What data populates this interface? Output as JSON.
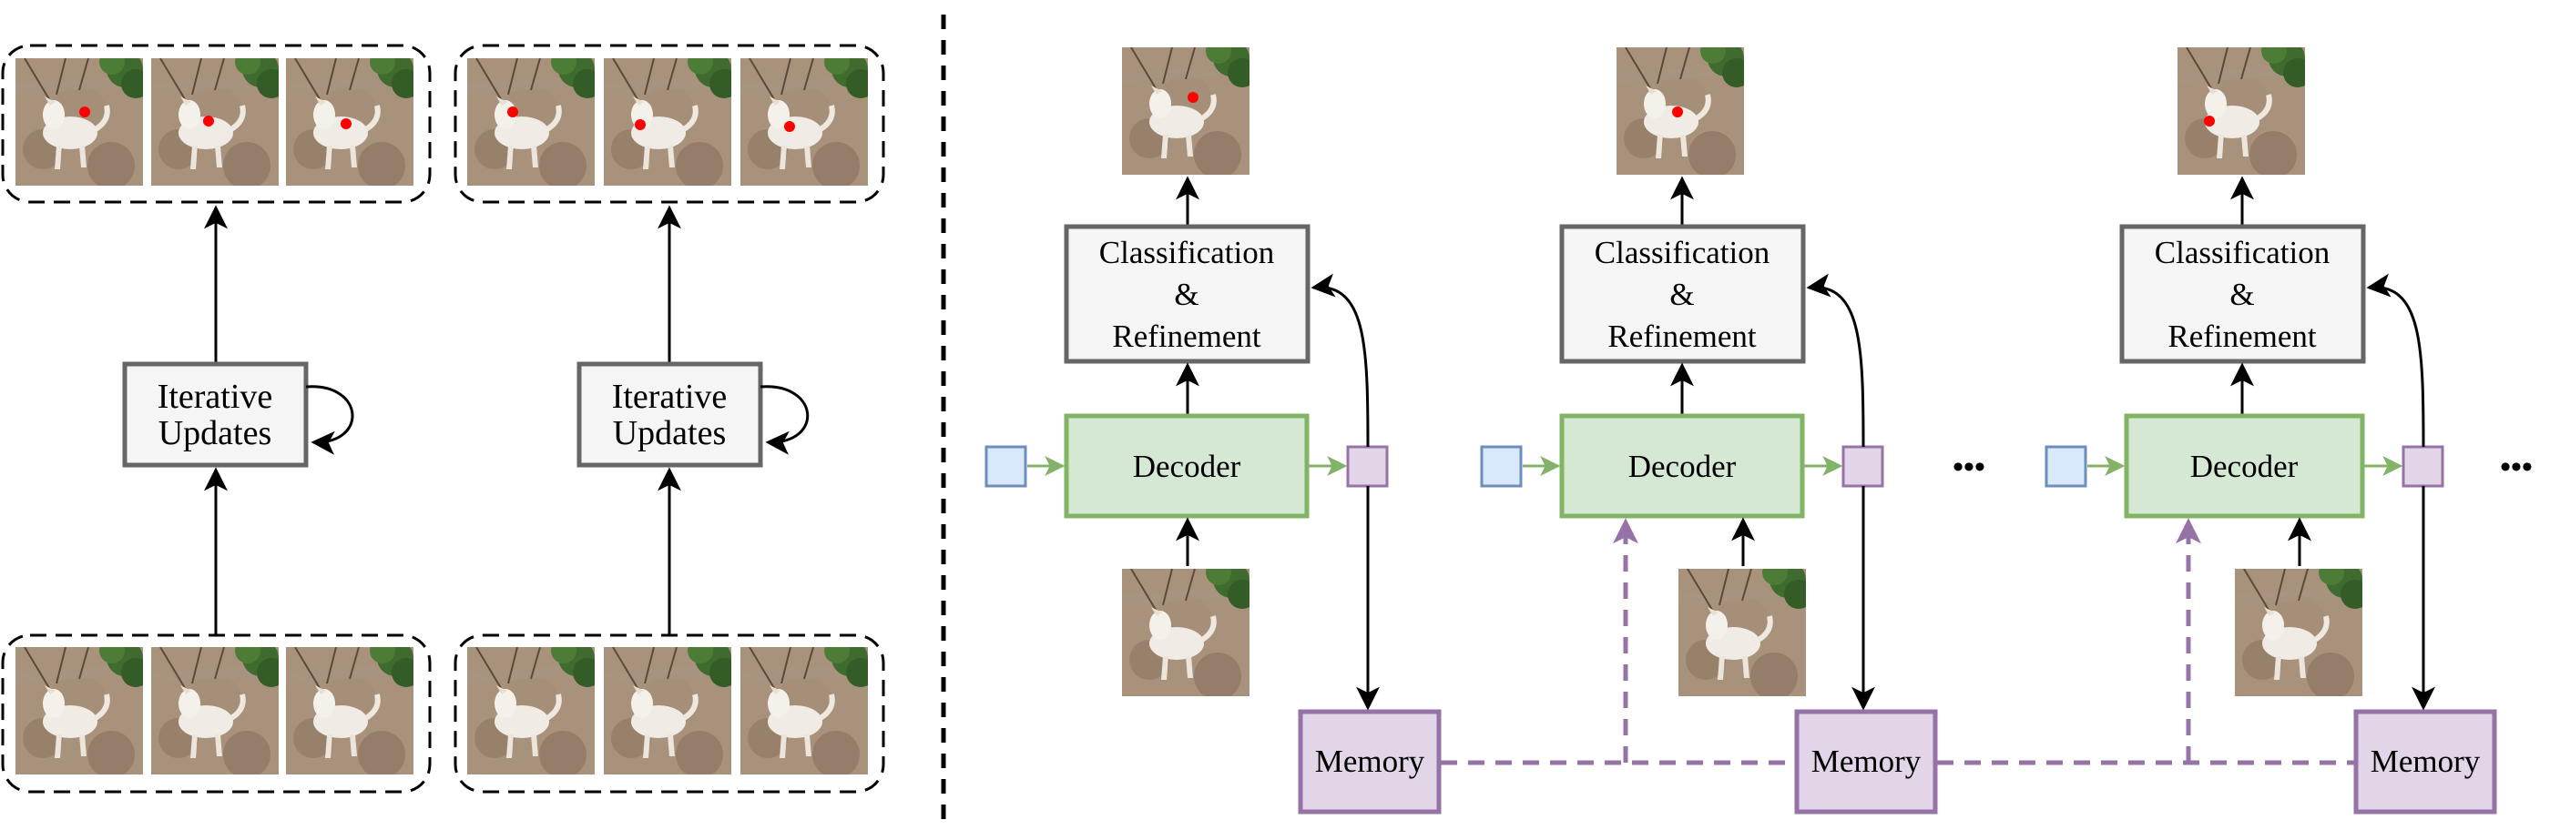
{
  "left_panel": {
    "groups": [
      {
        "update_label_line1": "Iterative",
        "update_label_line2": "Updates"
      },
      {
        "update_label_line1": "Iterative",
        "update_label_line2": "Updates"
      }
    ]
  },
  "right_panel": {
    "stages": [
      {
        "head_line1": "Classification",
        "head_line2": "&",
        "head_line3": "Refinement",
        "decoder_label": "Decoder",
        "memory_label": "Memory"
      },
      {
        "head_line1": "Classification",
        "head_line2": "&",
        "head_line3": "Refinement",
        "decoder_label": "Decoder",
        "memory_label": "Memory"
      },
      {
        "head_line1": "Classification",
        "head_line2": "&",
        "head_line3": "Refinement",
        "decoder_label": "Decoder",
        "memory_label": "Memory"
      }
    ],
    "ellipsis": "•••"
  },
  "colors": {
    "decoder_fill": "#d5e8d4",
    "decoder_stroke": "#82b366",
    "memory_fill": "#e1d5e7",
    "memory_stroke": "#9673a6",
    "query_fill": "#dae8fc",
    "query_stroke": "#6c8ebf",
    "head_fill": "#f5f5f5",
    "head_stroke": "#666666",
    "point_marker": "#ff0000"
  }
}
